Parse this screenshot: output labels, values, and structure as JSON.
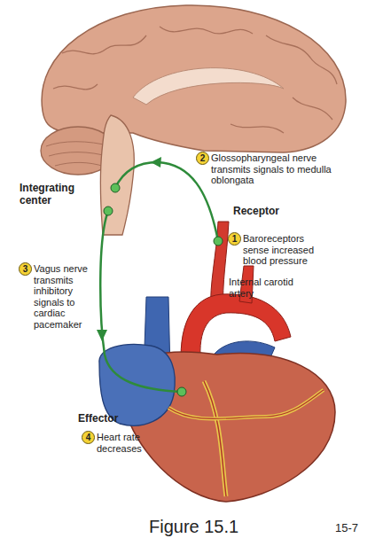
{
  "diagram": {
    "caption": "Figure 15.1",
    "nodes": [
      {
        "text": [
          "1",
          "Baroreceptors sense increased blood pressure"
        ]
      },
      {
        "text": [
          "2",
          "Glossopharyngeal nerve transmits signals to medulla oblongata"
        ]
      },
      {
        "text": [
          "3",
          "Vagus nerve transmits inhibitory signals to cardiac pacemaker"
        ]
      },
      {
        "text": [
          "4",
          "Heart rate decreases"
        ]
      }
    ],
    "labels": [
      "Integrating center",
      "Receptor",
      "Internal carotid artery",
      "Effector",
      "15-7"
    ]
  }
}
